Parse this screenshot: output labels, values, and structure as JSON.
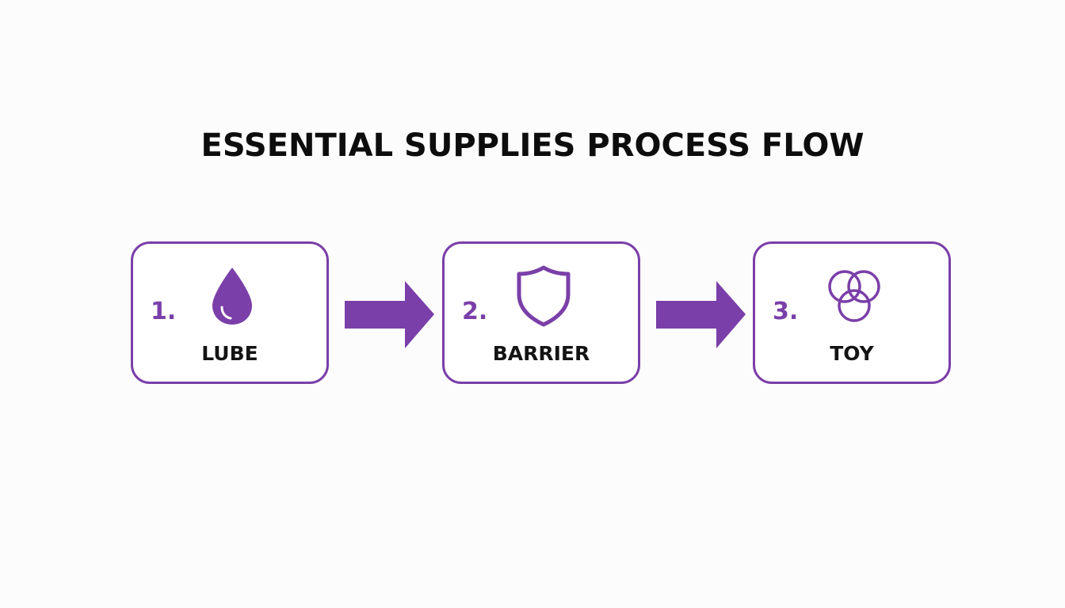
{
  "title": "ESSENTIAL SUPPLIES PROCESS FLOW",
  "accent_color": "#7a3fa8",
  "steps": [
    {
      "number": "1.",
      "label": "LUBE",
      "icon": "droplet-icon"
    },
    {
      "number": "2.",
      "label": "BARRIER",
      "icon": "shield-icon"
    },
    {
      "number": "3.",
      "label": "TOY",
      "icon": "overlapping-circles-icon"
    }
  ]
}
